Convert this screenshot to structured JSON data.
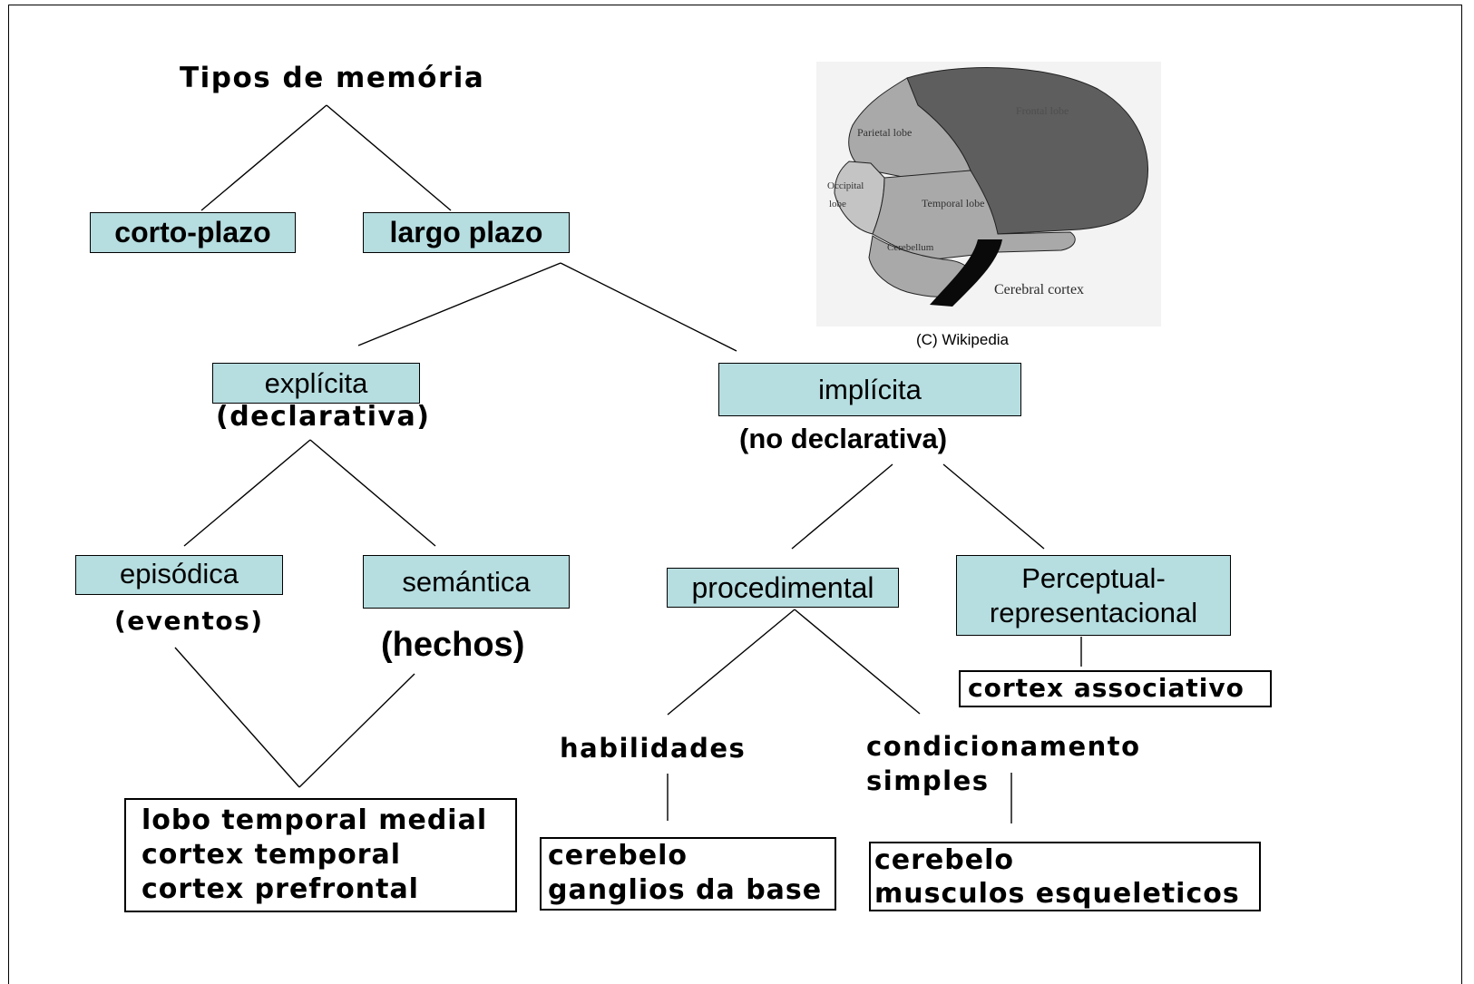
{
  "title": "Tipos de memória",
  "nodes": {
    "corto": "corto-plazo",
    "largo": "largo plazo",
    "explicita": "explícita",
    "explicita_sub": "(declarativa)",
    "implicita": "implícita",
    "implicita_sub": "(no declarativa)",
    "episodica": "episódica",
    "episodica_sub": "(eventos)",
    "semantica": "semántica",
    "semantica_sub": "(hechos)",
    "procedimental": "procedimental",
    "perceptual": "Perceptual-representacional",
    "perceptual_line1": "Perceptual-",
    "perceptual_line2": "representacional",
    "habilidades": "habilidades",
    "condicionamento_line1": "condicionamento",
    "condicionamento_line2": "simples"
  },
  "regions": {
    "declarative": [
      "lobo temporal medial",
      "cortex temporal",
      "cortex prefrontal"
    ],
    "habilidades": [
      "cerebelo",
      "ganglios da base"
    ],
    "condicionamento": [
      "cerebelo",
      "musculos esqueleticos"
    ],
    "perceptual": "cortex associativo"
  },
  "brain_image": {
    "labels": {
      "frontal": "Frontal lobe",
      "parietal": "Parietal lobe",
      "occipital_1": "Occipital",
      "occipital_2": "lobe",
      "temporal": "Temporal lobe",
      "cerebellum": "Cerebellum",
      "cortex": "Cerebral cortex"
    },
    "credit": "(C) Wikipedia",
    "colors": {
      "frontal": "#5e5e5e",
      "other_lobes": "#a9a9a9",
      "occipital": "#c4c4c4",
      "stem": "#0a0a0a"
    }
  },
  "colors": {
    "box_fill": "#b6dde0",
    "line": "#000000"
  }
}
